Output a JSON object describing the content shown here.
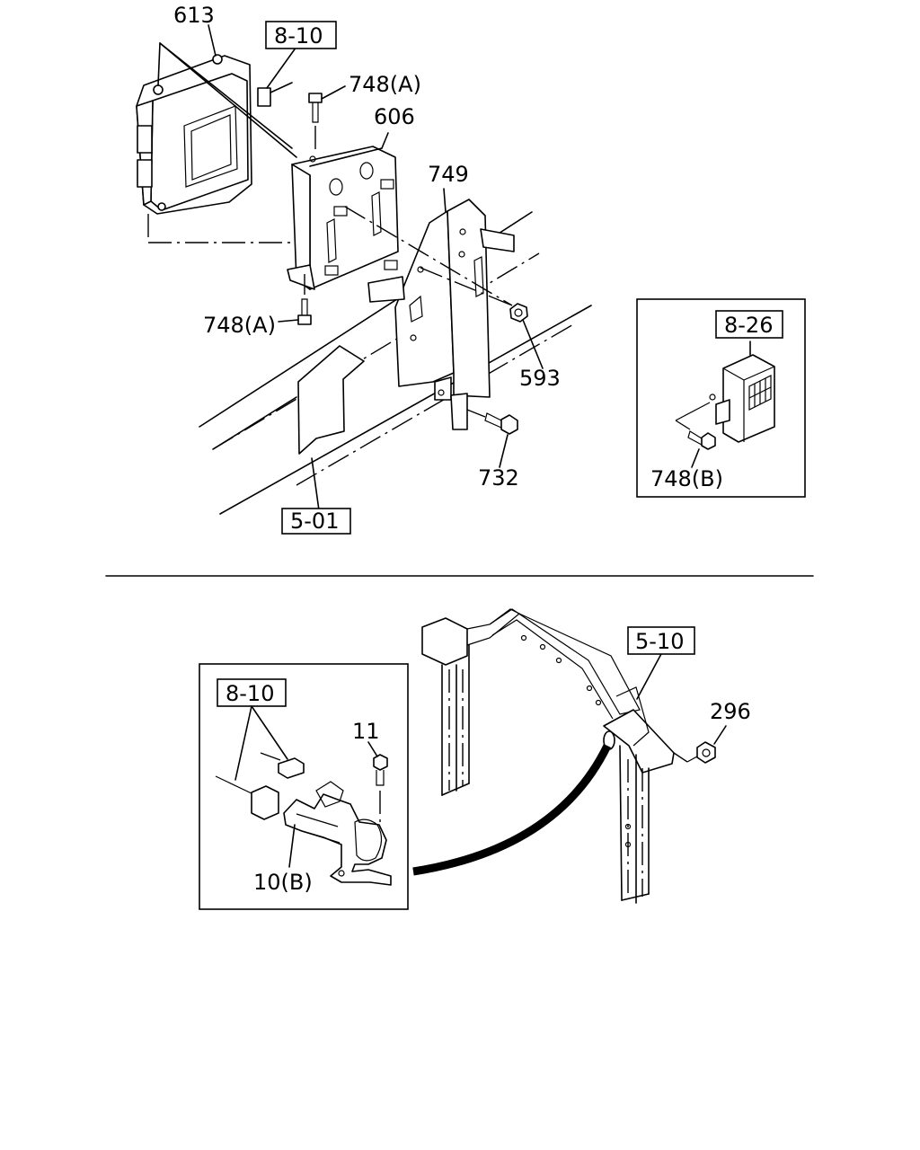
{
  "labels": {
    "p613": "613",
    "p810_top": "8-10",
    "p748a_top": "748(A)",
    "p606": "606",
    "p749": "749",
    "p748a_left": "748(A)",
    "p593": "593",
    "p732": "732",
    "p501": "5-01",
    "p826": "8-26",
    "p748b": "748(B)",
    "p510": "5-10",
    "p296": "296",
    "p810_bottom": "8-10",
    "p11": "11",
    "p10b": "10(B)"
  }
}
